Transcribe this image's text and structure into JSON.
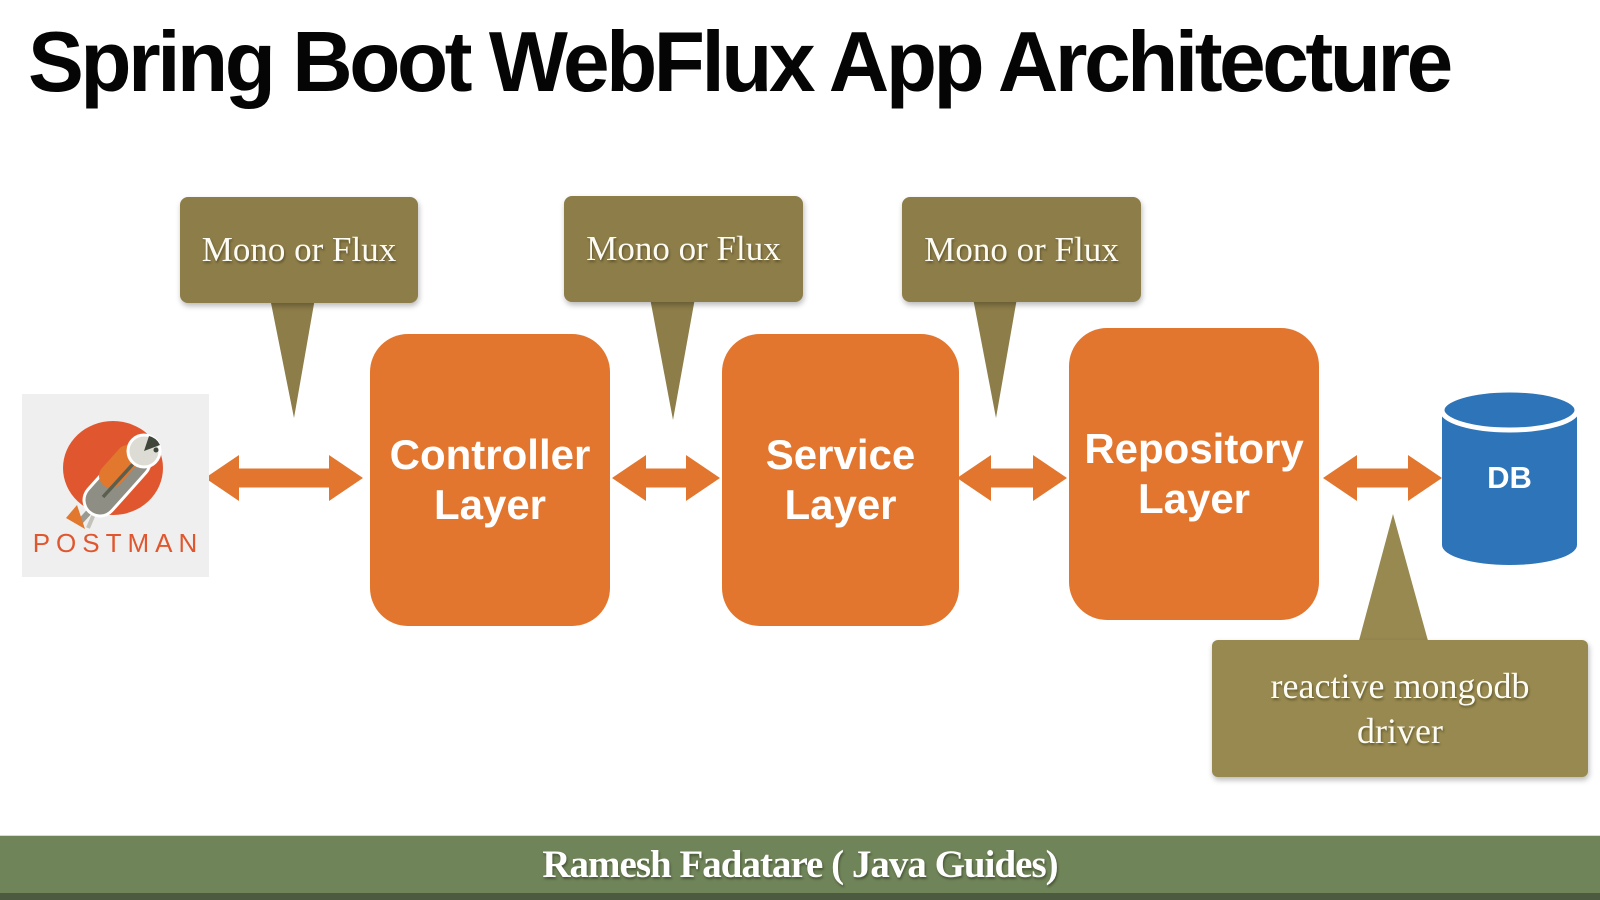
{
  "title": "Spring Boot WebFlux App Architecture",
  "callouts": {
    "mono1": "Mono or Flux",
    "mono2": "Mono or Flux",
    "mono3": "Mono or Flux",
    "driver": "reactive mongodb driver"
  },
  "nodes": {
    "postman": "POSTMAN",
    "controller": "Controller Layer",
    "service": "Service Layer",
    "repository": "Repository Layer",
    "db": "DB"
  },
  "footer": {
    "attribution": "Ramesh Fadatare ( Java Guides)"
  },
  "colors": {
    "box_orange": "#E2762E",
    "arrow_orange": "#E2762E",
    "callout_olive": "#8D7D49",
    "callout_olive_light": "#97894F",
    "db_blue": "#2E74B8",
    "footer_green": "#708459",
    "postman_orange": "#E0572F",
    "title_black": "#050505"
  }
}
